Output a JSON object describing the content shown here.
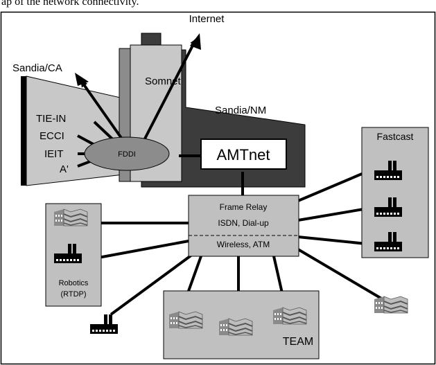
{
  "caption": "ap of the network connectivity.",
  "labels": {
    "internet": "Internet",
    "sandia_ca": "Sandia/CA",
    "somnet": "Somnet",
    "sandia_nm": "Sandia/NM",
    "tie_in": "TIE-IN",
    "ecci": "ECCI",
    "ieit": "IEIT",
    "a_prime": "A'",
    "fddi": "FDDI",
    "amtnet": "AMTnet",
    "fastcast": "Fastcast",
    "frame_relay": "Frame Relay",
    "isdn": "ISDN, Dial-up",
    "wireless": "Wireless, ATM",
    "robotics": "Robotics",
    "rtdp": "(RTDP)",
    "team": "TEAM"
  },
  "colors": {
    "dark_building": "#3c3c3c",
    "light_panel": "#c8c8c8",
    "fddi_ellipse": "#8c8c8c",
    "site_box": "#c0c0c0"
  }
}
